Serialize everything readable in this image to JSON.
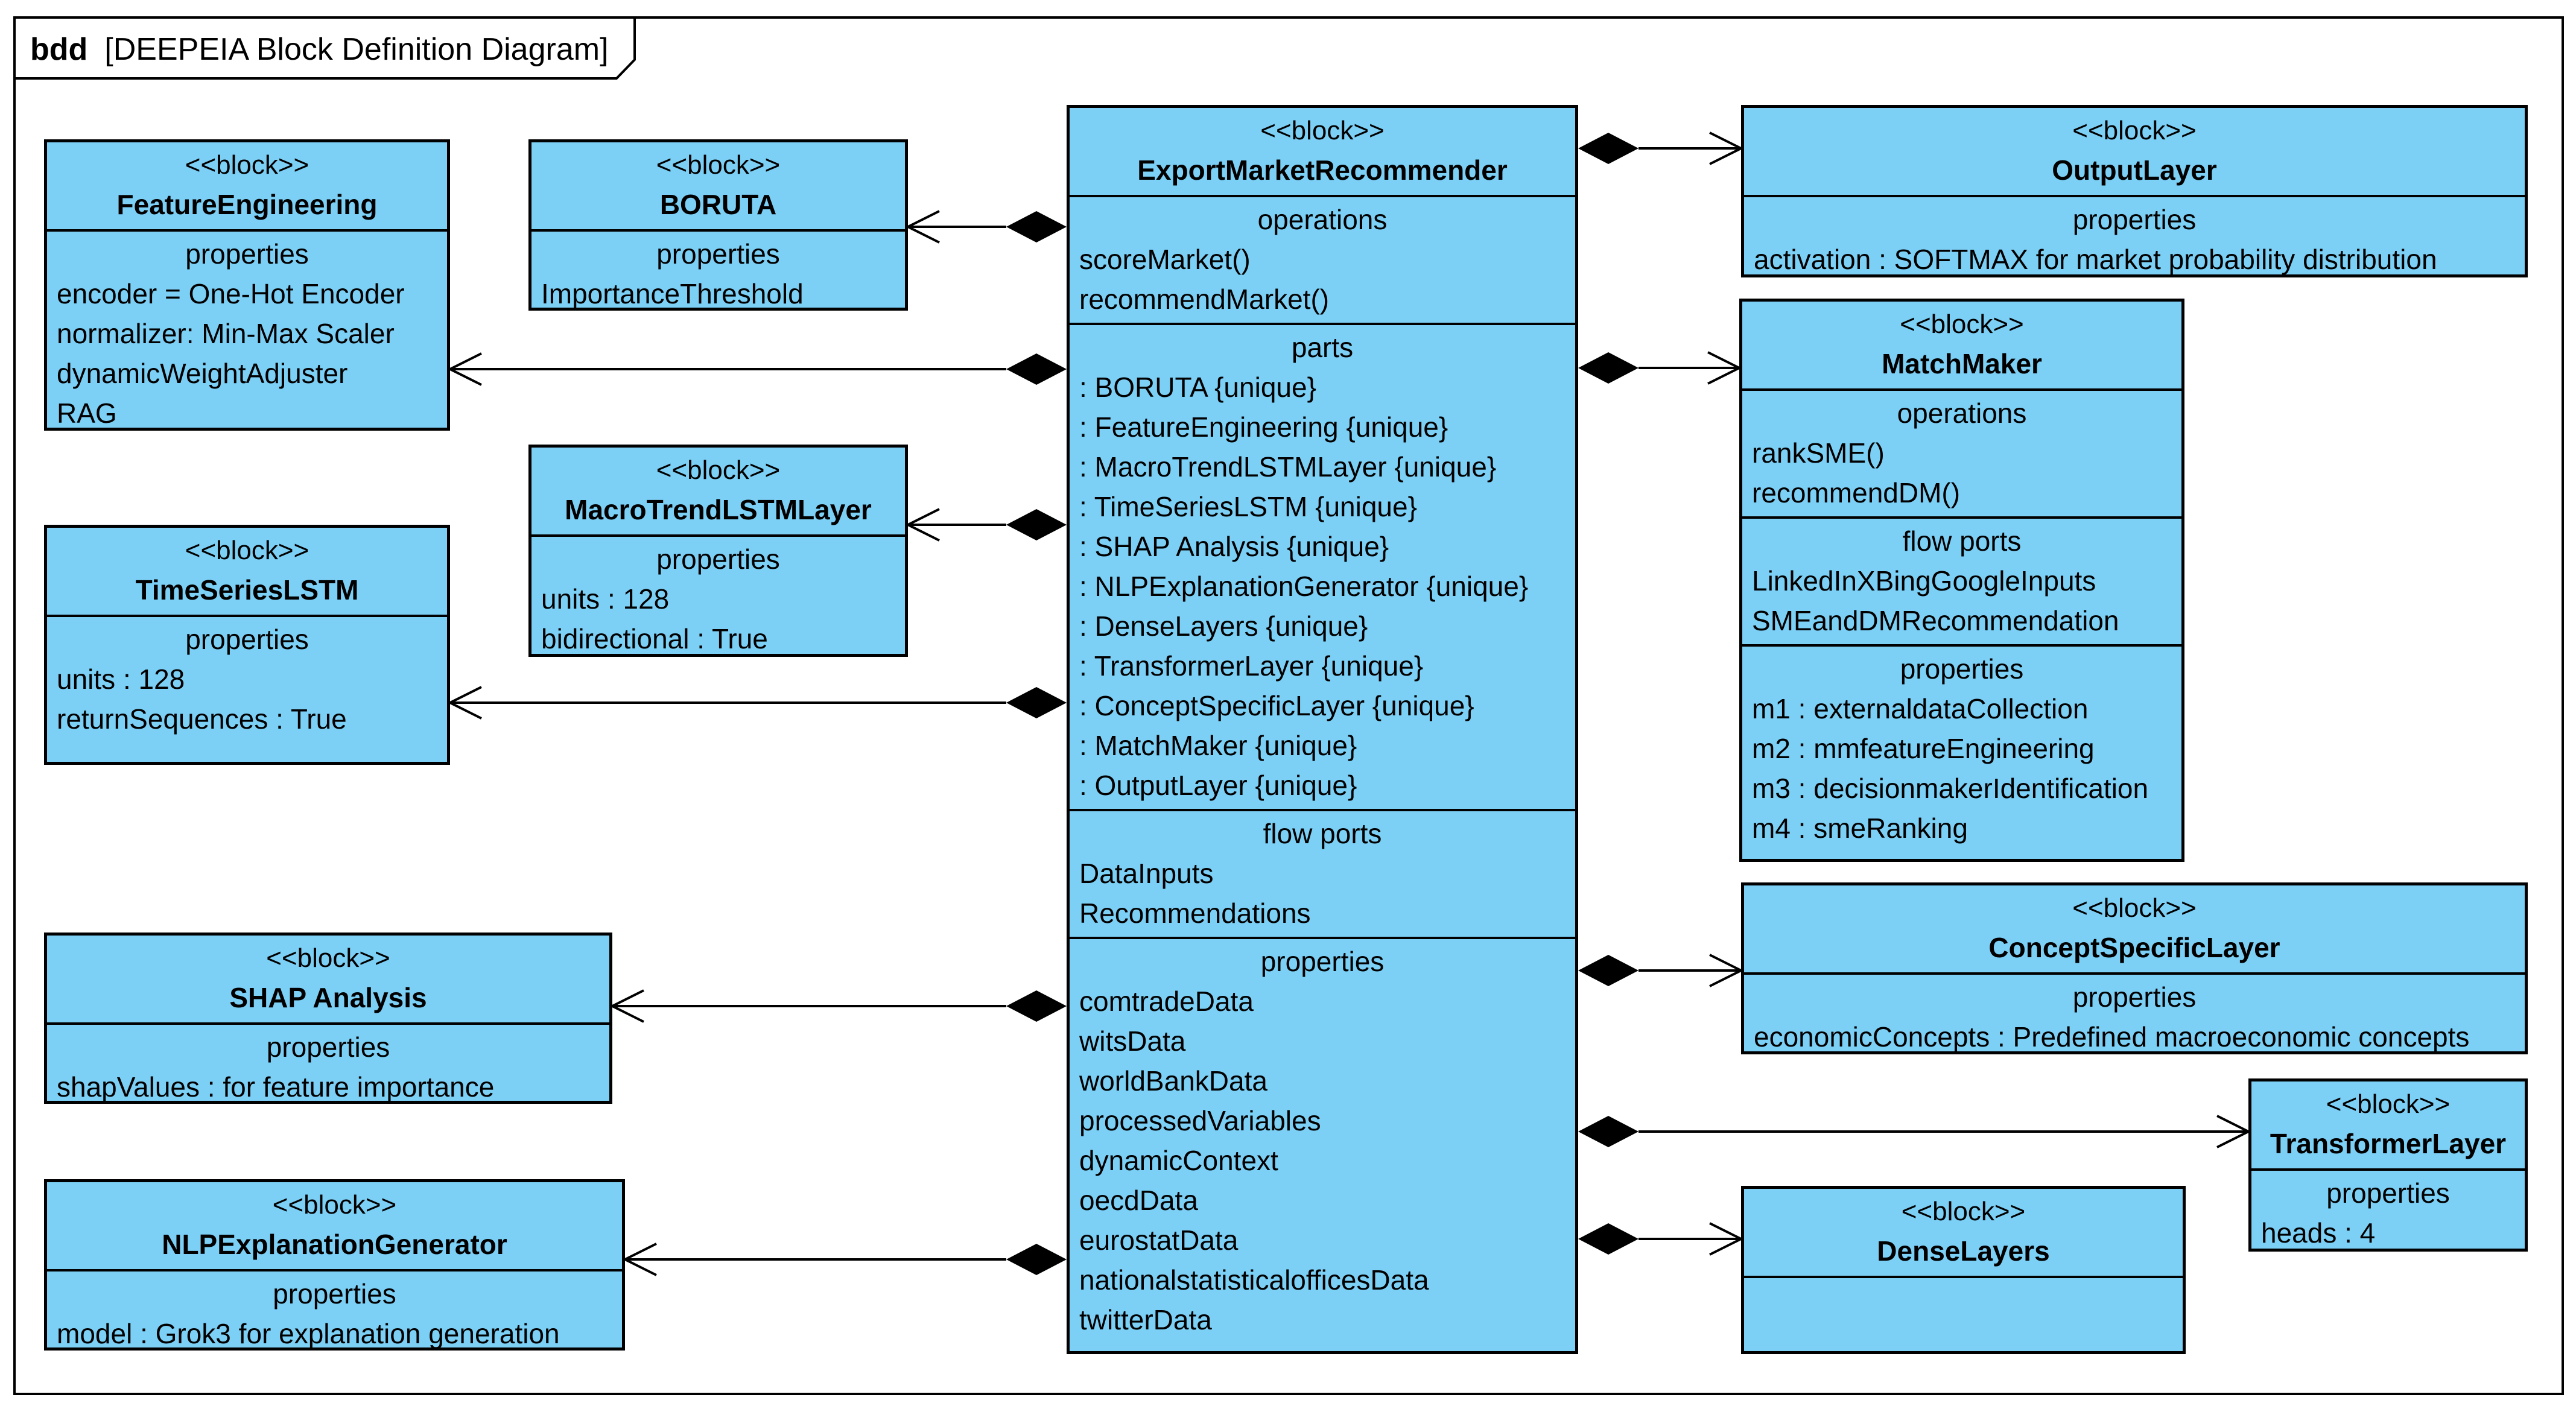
{
  "diagram": {
    "kind": "bdd",
    "name": "[DEEPEIA Block Definition Diagram]",
    "fill_color": "#7ccff5",
    "line_color": "#000000"
  },
  "blocks": [
    {
      "id": "feature-engineering",
      "stereotype": "<<block>>",
      "name": "FeatureEngineering",
      "compartments": [
        {
          "title": "properties",
          "items": [
            "encoder = One-Hot Encoder",
            "normalizer: Min-Max Scaler",
            "dynamicWeightAdjuster",
            "RAG"
          ]
        }
      ]
    },
    {
      "id": "boruta",
      "stereotype": "<<block>>",
      "name": "BORUTA",
      "compartments": [
        {
          "title": "properties",
          "items": [
            "ImportanceThreshold"
          ]
        }
      ]
    },
    {
      "id": "macro-trend-lstm-layer",
      "stereotype": "<<block>>",
      "name": "MacroTrendLSTMLayer",
      "compartments": [
        {
          "title": "properties",
          "items": [
            "units : 128",
            "bidirectional : True"
          ]
        }
      ]
    },
    {
      "id": "time-series-lstm",
      "stereotype": "<<block>>",
      "name": "TimeSeriesLSTM",
      "compartments": [
        {
          "title": "properties",
          "items": [
            "units : 128",
            "returnSequences : True"
          ]
        }
      ]
    },
    {
      "id": "shap-analysis",
      "stereotype": "<<block>>",
      "name": "SHAP Analysis",
      "compartments": [
        {
          "title": "properties",
          "items": [
            "shapValues : for feature importance"
          ]
        }
      ]
    },
    {
      "id": "nlp-explanation-generator",
      "stereotype": "<<block>>",
      "name": "NLPExplanationGenerator",
      "compartments": [
        {
          "title": "properties",
          "items": [
            "model : Grok3 for explanation generation"
          ]
        }
      ]
    },
    {
      "id": "export-market-recommender",
      "stereotype": "<<block>>",
      "name": "ExportMarketRecommender",
      "compartments": [
        {
          "title": "operations",
          "items": [
            "scoreMarket()",
            "recommendMarket()"
          ]
        },
        {
          "title": "parts",
          "items": [
            ": BORUTA {unique}",
            ": FeatureEngineering {unique}",
            ": MacroTrendLSTMLayer {unique}",
            ": TimeSeriesLSTM {unique}",
            ": SHAP Analysis {unique}",
            ": NLPExplanationGenerator {unique}",
            ": DenseLayers {unique}",
            ": TransformerLayer {unique}",
            ": ConceptSpecificLayer {unique}",
            ": MatchMaker {unique}",
            ": OutputLayer {unique}"
          ]
        },
        {
          "title": "flow ports",
          "items": [
            "DataInputs",
            "Recommendations"
          ]
        },
        {
          "title": "properties",
          "items": [
            "comtradeData",
            "witsData",
            "worldBankData",
            "processedVariables",
            "dynamicContext",
            "oecdData",
            "eurostatData",
            "nationalstatisticalofficesData",
            "twitterData"
          ]
        }
      ]
    },
    {
      "id": "output-layer",
      "stereotype": "<<block>>",
      "name": "OutputLayer",
      "compartments": [
        {
          "title": "properties",
          "items": [
            "activation : SOFTMAX for market probability distribution"
          ]
        }
      ]
    },
    {
      "id": "match-maker",
      "stereotype": "<<block>>",
      "name": "MatchMaker",
      "compartments": [
        {
          "title": "operations",
          "items": [
            "rankSME()",
            "recommendDM()"
          ]
        },
        {
          "title": "flow ports",
          "items": [
            "LinkedInXBingGoogleInputs",
            "SMEandDMRecommendation"
          ]
        },
        {
          "title": "properties",
          "items": [
            "m1 : externaldataCollection",
            "m2 : mmfeatureEngineering",
            "m3 : decisionmakerIdentification",
            "m4 : smeRanking"
          ]
        }
      ]
    },
    {
      "id": "concept-specific-layer",
      "stereotype": "<<block>>",
      "name": "ConceptSpecificLayer",
      "compartments": [
        {
          "title": "properties",
          "items": [
            "economicConcepts : Predefined macroeconomic concepts"
          ]
        }
      ]
    },
    {
      "id": "transformer-layer",
      "stereotype": "<<block>>",
      "name": "TransformerLayer",
      "compartments": [
        {
          "title": "properties",
          "items": [
            "heads : 4"
          ]
        }
      ]
    },
    {
      "id": "dense-layers",
      "stereotype": "<<block>>",
      "name": "DenseLayers",
      "compartments": [
        {
          "title": "",
          "items": []
        }
      ]
    }
  ],
  "relations": [
    {
      "kind": "composition",
      "whole": "export-market-recommender",
      "part": "boruta"
    },
    {
      "kind": "composition",
      "whole": "export-market-recommender",
      "part": "feature-engineering"
    },
    {
      "kind": "composition",
      "whole": "export-market-recommender",
      "part": "macro-trend-lstm-layer"
    },
    {
      "kind": "composition",
      "whole": "export-market-recommender",
      "part": "time-series-lstm"
    },
    {
      "kind": "composition",
      "whole": "export-market-recommender",
      "part": "shap-analysis"
    },
    {
      "kind": "composition",
      "whole": "export-market-recommender",
      "part": "nlp-explanation-generator"
    },
    {
      "kind": "composition",
      "whole": "export-market-recommender",
      "part": "output-layer"
    },
    {
      "kind": "composition",
      "whole": "export-market-recommender",
      "part": "match-maker"
    },
    {
      "kind": "composition",
      "whole": "export-market-recommender",
      "part": "concept-specific-layer"
    },
    {
      "kind": "composition",
      "whole": "export-market-recommender",
      "part": "transformer-layer"
    },
    {
      "kind": "composition",
      "whole": "export-market-recommender",
      "part": "dense-layers"
    }
  ]
}
